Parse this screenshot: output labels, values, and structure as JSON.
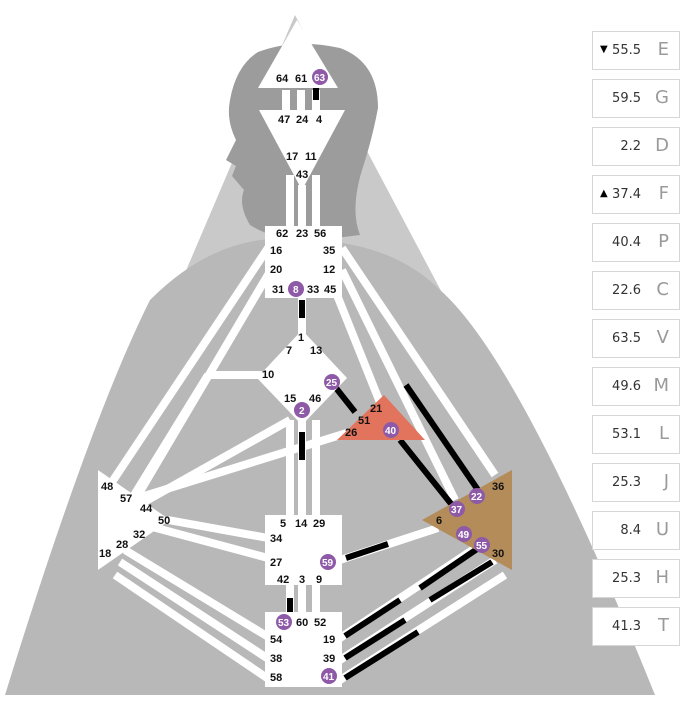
{
  "colors": {
    "bg_triangle": "#cfcfcf",
    "bg_inner": "#b4b4b4",
    "head_silhouette": "#9e9e9e",
    "center_white": "#ffffff",
    "activation_purple": "#8e5aa8",
    "channel_black": "#000000",
    "spleen_fill": "#b38c5a",
    "sacral_red": "#e2745e"
  },
  "gates": {
    "g64": "64",
    "g61": "61",
    "g63": "63",
    "g47": "47",
    "g24": "24",
    "g4": "4",
    "g17": "17",
    "g11": "11",
    "g43": "43",
    "g62": "62",
    "g23": "23",
    "g56": "56",
    "g16": "16",
    "g35": "35",
    "g20": "20",
    "g12": "12",
    "g31": "31",
    "g8": "8",
    "g33": "33",
    "g45": "45",
    "g1": "1",
    "g7": "7",
    "g13": "13",
    "g10": "10",
    "g25": "25",
    "g15": "15",
    "g46": "46",
    "g2": "2",
    "g21": "21",
    "g51": "51",
    "g26": "26",
    "g40": "40",
    "g48": "48",
    "g57": "57",
    "g44": "44",
    "g50": "50",
    "g32": "32",
    "g28": "28",
    "g18": "18",
    "g5": "5",
    "g14": "14",
    "g29": "29",
    "g34": "34",
    "g27": "27",
    "g59": "59",
    "g42": "42",
    "g3": "3",
    "g9": "9",
    "g36": "36",
    "g22": "22",
    "g37": "37",
    "g6": "6",
    "g49": "49",
    "g55": "55",
    "g30": "30",
    "g53": "53",
    "g60": "60",
    "g52": "52",
    "g54": "54",
    "g19": "19",
    "g38": "38",
    "g39": "39",
    "g58": "58",
    "g41": "41"
  },
  "panel": [
    {
      "arrow": "▼",
      "value": "55.5",
      "letter": "E"
    },
    {
      "arrow": "",
      "value": "59.5",
      "letter": "G"
    },
    {
      "arrow": "",
      "value": "2.2",
      "letter": "D"
    },
    {
      "arrow": "▲",
      "value": "37.4",
      "letter": "F"
    },
    {
      "arrow": "",
      "value": "40.4",
      "letter": "P"
    },
    {
      "arrow": "",
      "value": "22.6",
      "letter": "C"
    },
    {
      "arrow": "",
      "value": "63.5",
      "letter": "V"
    },
    {
      "arrow": "",
      "value": "49.6",
      "letter": "M"
    },
    {
      "arrow": "",
      "value": "53.1",
      "letter": "L"
    },
    {
      "arrow": "",
      "value": "25.3",
      "letter": "J"
    },
    {
      "arrow": "",
      "value": "8.4",
      "letter": "U"
    },
    {
      "arrow": "",
      "value": "25.3",
      "letter": "H"
    },
    {
      "arrow": "",
      "value": "41.3",
      "letter": "T"
    }
  ]
}
